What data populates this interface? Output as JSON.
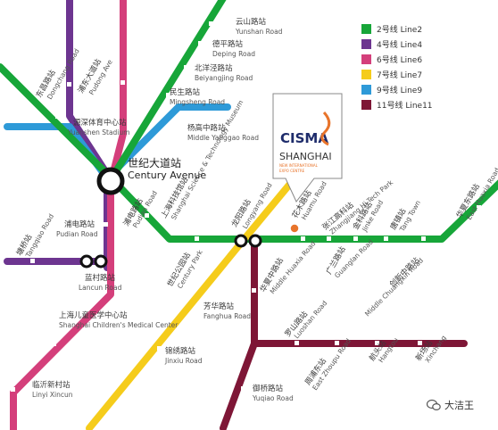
{
  "legend": [
    {
      "label": "2号线 Line2",
      "color": "#17a639"
    },
    {
      "label": "4号线 Line4",
      "color": "#6d3590"
    },
    {
      "label": "6号线 Line6",
      "color": "#d43f7b"
    },
    {
      "label": "7号线 Line7",
      "color": "#f5cc1b"
    },
    {
      "label": "9号线 Line9",
      "color": "#2e9ad8"
    },
    {
      "label": "11号线 Line11",
      "color": "#7e1636"
    }
  ],
  "stations": {
    "yunshan": {
      "cn": "云山路站",
      "en": "Yunshan Road"
    },
    "deping": {
      "cn": "德平路站",
      "en": "Deping Road"
    },
    "beiyangjing": {
      "cn": "北洋泾路站",
      "en": "Beiyangjing Road"
    },
    "mingsheng": {
      "cn": "民生路站",
      "en": "Mingsheng Road"
    },
    "middle_yanggao": {
      "cn": "杨高中路站",
      "en": "Middle Yanggao Road"
    },
    "dongchang": {
      "cn": "东昌路站",
      "en": "Dongchang Road"
    },
    "pudong_ave": {
      "cn": "浦东大道站",
      "en": "Pudong Ave"
    },
    "yuanshen": {
      "cn": "源深体育中心站",
      "en": "Yuanshen Stadium"
    },
    "century_ave": {
      "cn": "世纪大道站",
      "en": "Century Avenue"
    },
    "tangqiao": {
      "cn": "塘桥站",
      "en": "Tangqiao Road"
    },
    "pudian": {
      "cn": "浦电路站",
      "en": "Pudian Road"
    },
    "pudian9": {
      "cn": "浦电路站",
      "en": "Pudian Road"
    },
    "lancun": {
      "cn": "蓝村路站",
      "en": "Lancun Road"
    },
    "childrens": {
      "cn": "上海儿童医学中心站",
      "en": "Shanghai Children's Medical Center"
    },
    "linyi_xincun": {
      "cn": "临沂新村站",
      "en": "Linyi Xincun"
    },
    "sci_tech": {
      "cn": "上海科技馆站",
      "en": "Shanghai Science & Technology Museum"
    },
    "century_park": {
      "cn": "世纪公园站",
      "en": "Century Park"
    },
    "longyang": {
      "cn": "龙阳路站",
      "en": "Longyang Road"
    },
    "huamu": {
      "cn": "花木路站",
      "en": "Huamu Road"
    },
    "zhangjiang": {
      "cn": "张江高科站",
      "en": "Zhangjiang Hi-Tech Park"
    },
    "jinke": {
      "cn": "金科路站",
      "en": "Jinke Road"
    },
    "guanglan": {
      "cn": "广兰路站",
      "en": "Guanglan Road"
    },
    "tangzhen": {
      "cn": "唐镇站",
      "en": "Tang Town"
    },
    "middle_chuangxin": {
      "cn": "创新中路站",
      "en": "Middle Chuangxin Road"
    },
    "east_huaxia": {
      "cn": "华夏东路站",
      "en": "East Huaxia Road"
    },
    "fanghua": {
      "cn": "芳华路站",
      "en": "Fanghua Road"
    },
    "jinxiu": {
      "cn": "锦绣路站",
      "en": "Jinxiu Road"
    },
    "middle_huaxia": {
      "cn": "华夏中路站",
      "en": "Middle Huaxia Road"
    },
    "luoshan": {
      "cn": "罗山路站",
      "en": "Luoshan Road"
    },
    "yuqiao": {
      "cn": "御桥路站",
      "en": "Yuqiao Road"
    },
    "east_zhoupu": {
      "cn": "周浦东站",
      "en": "East Zhoupu Road"
    },
    "hangtou": {
      "cn": "航头站",
      "en": "Hangtou"
    },
    "xinchang": {
      "cn": "新场站",
      "en": "Xinchang"
    }
  },
  "venue": {
    "logo_text": "CISMA",
    "city": "SHANGHAI",
    "sub1": "NEW INTERNATIONAL",
    "sub2": "EXPO CENTRE"
  },
  "watermark": {
    "text": "大洁王",
    "icon": "wechat-icon"
  }
}
